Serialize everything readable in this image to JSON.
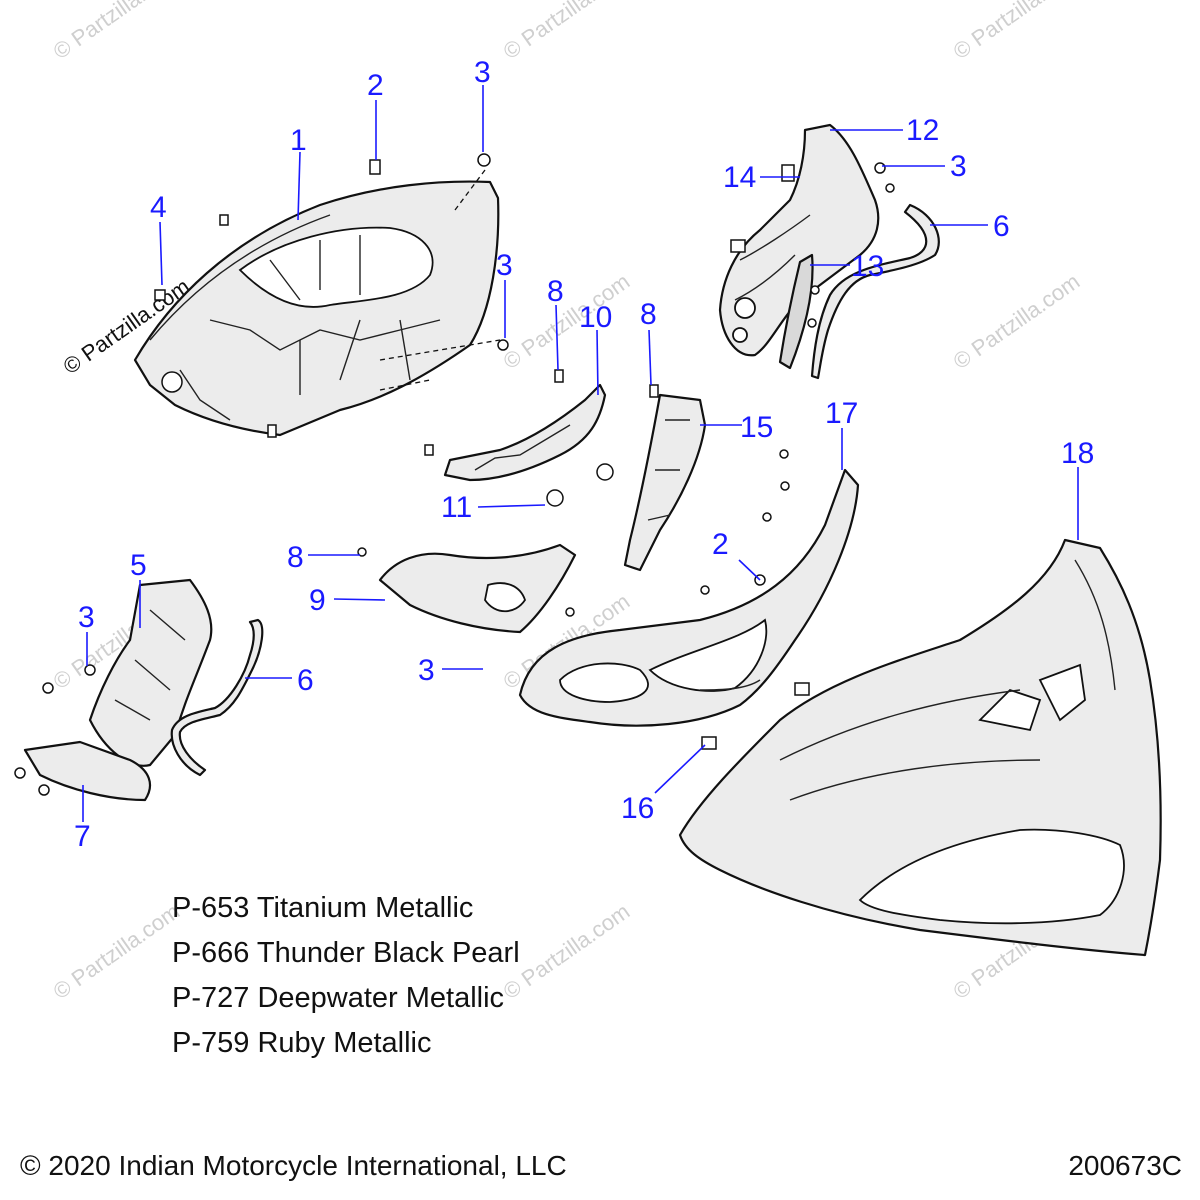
{
  "callouts": [
    "1",
    "2",
    "3",
    "3",
    "3",
    "3",
    "3",
    "4",
    "5",
    "6",
    "6",
    "7",
    "8",
    "8",
    "8",
    "9",
    "10",
    "11",
    "12",
    "13",
    "14",
    "15",
    "16",
    "17",
    "18",
    "2"
  ],
  "watermark": "© Partzilla.com",
  "paint_codes": [
    "P-653 Titanium Metallic",
    "P-666 Thunder Black Pearl",
    "P-727 Deepwater Metallic",
    "P-759 Ruby Metallic"
  ],
  "copyright": "© 2020 Indian Motorcycle International, LLC",
  "diagram_number": "200673C",
  "colors": {
    "callout": "#1a1aff",
    "line": "#111111",
    "watermark": "#cfcfcf"
  }
}
